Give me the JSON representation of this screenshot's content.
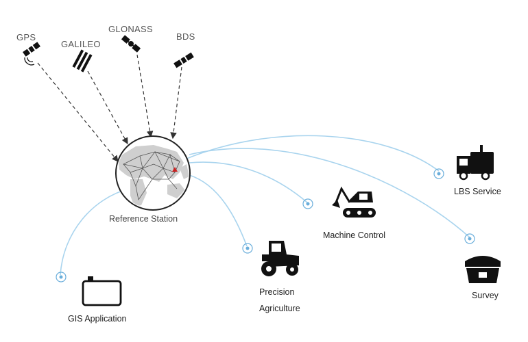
{
  "satellites": [
    {
      "id": "gps",
      "label": "GPS"
    },
    {
      "id": "galileo",
      "label": "GALILEO"
    },
    {
      "id": "glonass",
      "label": "GLONASS"
    },
    {
      "id": "bds",
      "label": "BDS"
    }
  ],
  "station": {
    "label": "Reference Station"
  },
  "applications": {
    "gis": {
      "label": "GIS Application"
    },
    "agriculture": {
      "line1": "Precision",
      "line2": "Agriculture"
    },
    "machine": {
      "label": "Machine Control"
    },
    "lbs": {
      "label": "LBS Service"
    },
    "survey": {
      "label": "Survey"
    }
  },
  "colors": {
    "link": "#a9d4ee",
    "signal": "#6aaedb",
    "icon": "#1a1a1a",
    "dash": "#333333",
    "marker": "#cc2222"
  }
}
